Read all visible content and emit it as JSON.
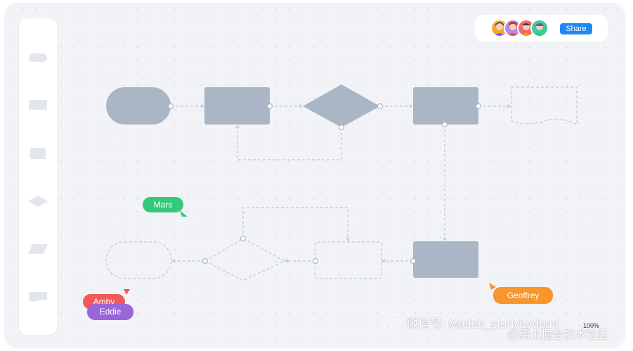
{
  "toolbar": {
    "items": [
      {
        "name": "terminator-shape-tool",
        "icon": "rounded-rect-icon"
      },
      {
        "name": "process-shape-tool",
        "icon": "rectangle-icon"
      },
      {
        "name": "subprocess-shape-tool",
        "icon": "square-icon"
      },
      {
        "name": "decision-shape-tool",
        "icon": "diamond-icon"
      },
      {
        "name": "data-shape-tool",
        "icon": "parallelogram-icon"
      },
      {
        "name": "document-shape-tool",
        "icon": "document-icon"
      }
    ]
  },
  "collaborators": {
    "avatars": [
      "user-avatar-1",
      "user-avatar-2",
      "user-avatar-3",
      "user-avatar-4"
    ],
    "share_label": "Share"
  },
  "cursors": [
    {
      "label": "Mars",
      "color": "#35c97a"
    },
    {
      "label": "Amby",
      "color": "#f05a5a"
    },
    {
      "label": "Eddie",
      "color": "#9b66d9"
    },
    {
      "label": "Geoffrey",
      "color": "#f7962c"
    }
  ],
  "watermark": {
    "line1": "微信号: Matlab_studybydomi",
    "line2": "@稀土掘金技术社区"
  },
  "zoom": {
    "label": "100%"
  },
  "colors": {
    "shape_fill": "#aab6c5",
    "connector": "#c9cfd8",
    "share_button": "#1e88f5"
  }
}
